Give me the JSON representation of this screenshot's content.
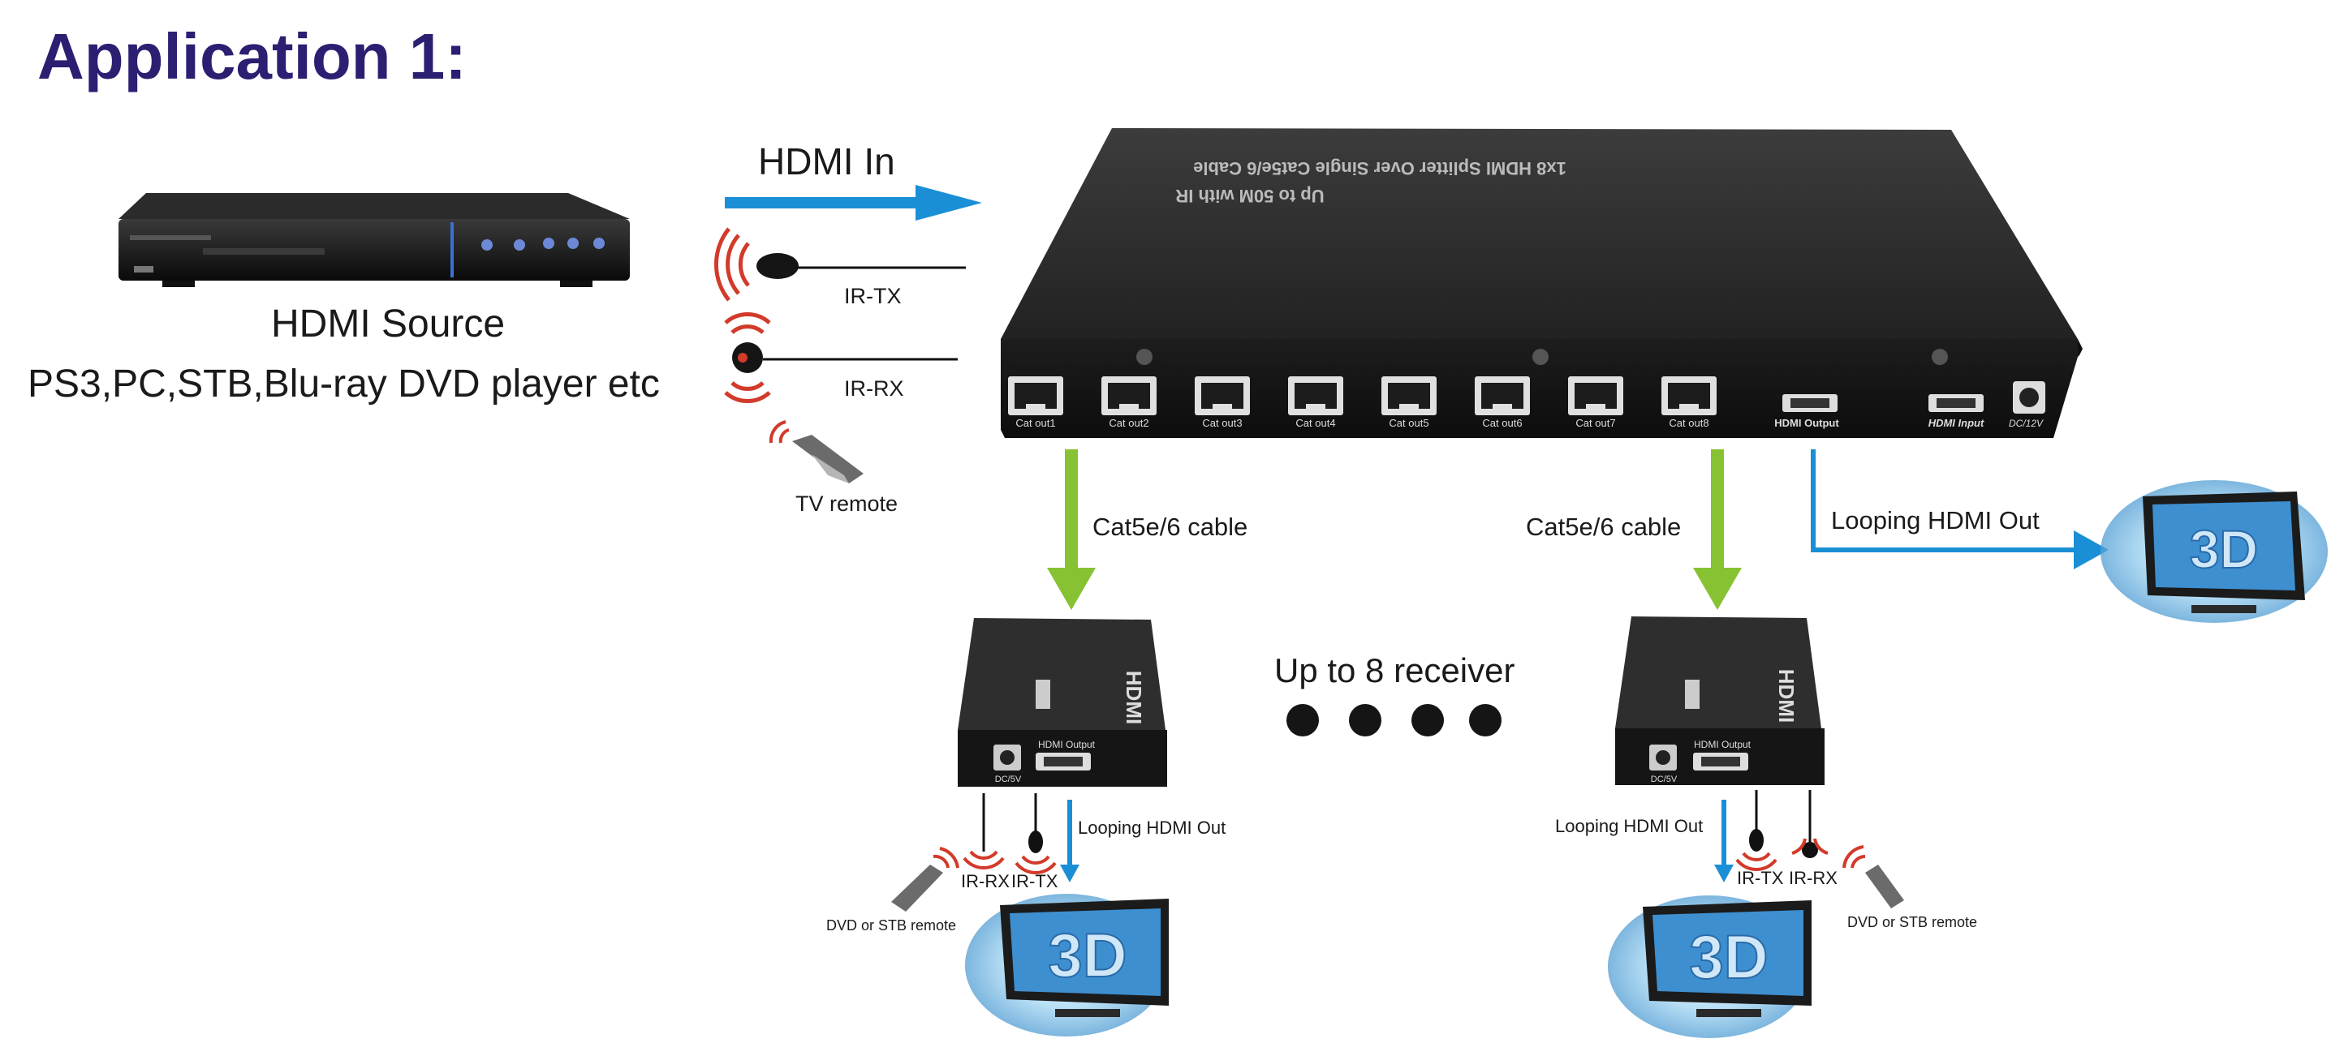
{
  "heading": "Application 1:",
  "source": {
    "label": "HDMI Source",
    "devices": "PS3,PC,STB,Blu-ray DVD player etc"
  },
  "input_labels": {
    "hdmi_in": "HDMI  In",
    "ir_tx": "IR-TX",
    "ir_rx": "IR-RX",
    "tv_remote": "TV remote"
  },
  "splitter": {
    "top_text_line1": "1x8 HDMI Splitter Over Single Cat5e/6 Cable",
    "top_text_line2": "Up to 50M with IR",
    "ports": [
      "Cat out1",
      "Cat out2",
      "Cat out3",
      "Cat out4",
      "Cat out5",
      "Cat out6",
      "Cat out7",
      "Cat out8"
    ],
    "hdmi_output": "HDMI Output",
    "hdmi_input": "HDMI Input",
    "dc": "DC/12V"
  },
  "links": {
    "cable_left": "Cat5e/6 cable",
    "cable_right": "Cat5e/6 cable",
    "looping_main": "Looping HDMI Out",
    "receivers_note": "Up to 8 receiver"
  },
  "receiver": {
    "brand": "HDMI",
    "hdmi_output": "HDMI Output",
    "dc": "DC/5V",
    "looping": "Looping HDMI Out",
    "ir_rx": "IR-RX",
    "ir_tx": "IR-TX",
    "remote": "DVD or STB remote",
    "tv_badge": "3D"
  },
  "colors": {
    "title": "#2b1f72",
    "hdmi_arrow": "#1a8fd6",
    "cat_arrow": "#86c232",
    "device": "#2a2a2a",
    "ir_wave": "#d23a2a"
  }
}
